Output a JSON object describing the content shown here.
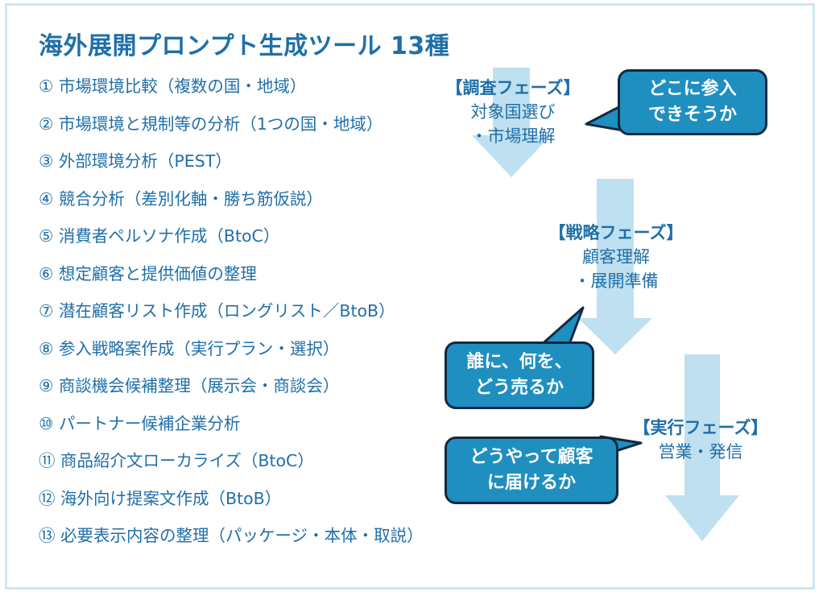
{
  "title": "海外展開プロンプト生成ツール 13種",
  "tools": [
    "① 市場環境比較（複数の国・地域）",
    "② 市場環境と規制等の分析（1つの国・地域）",
    "③ 外部環境分析（PEST）",
    "④ 競合分析（差別化軸・勝ち筋仮説）",
    "⑤ 消費者ペルソナ作成（BtoC）",
    "⑥ 想定顧客と提供価値の整理",
    "⑦ 潜在顧客リスト作成（ロングリスト／BtoB）",
    "⑧ 参入戦略案作成（実行プラン・選択）",
    "⑨ 商談機会候補整理（展示会・商談会）",
    "⑩ パートナー候補企業分析",
    "⑪ 商品紹介文ローカライズ（BtoC）",
    "⑫ 海外向け提案文作成（BtoB）",
    "⑬ 必要表示内容の整理（パッケージ・本体・取説）"
  ],
  "phases": {
    "research": {
      "head": "【調査フェーズ】",
      "line1": "対象国選び",
      "line2": "・市場理解"
    },
    "strategy": {
      "head": "【戦略フェーズ】",
      "line1": "顧客理解",
      "line2": "・展開準備"
    },
    "execution": {
      "head": "【実行フェーズ】",
      "line1": "営業・発信"
    }
  },
  "bubbles": {
    "research": {
      "line1": "どこに参入",
      "line2": "できそうか"
    },
    "strategy": {
      "line1": "誰に、何を、",
      "line2": "どう売るか"
    },
    "execution": {
      "line1": "どうやって顧客",
      "line2": "に届けるか"
    }
  },
  "colors": {
    "text": "#1f6fa8",
    "arrow": "#bfe0f0",
    "bubble_fill": "#1f8fc0",
    "bubble_border": "#0f2a44",
    "frame": "#cde6f3"
  }
}
